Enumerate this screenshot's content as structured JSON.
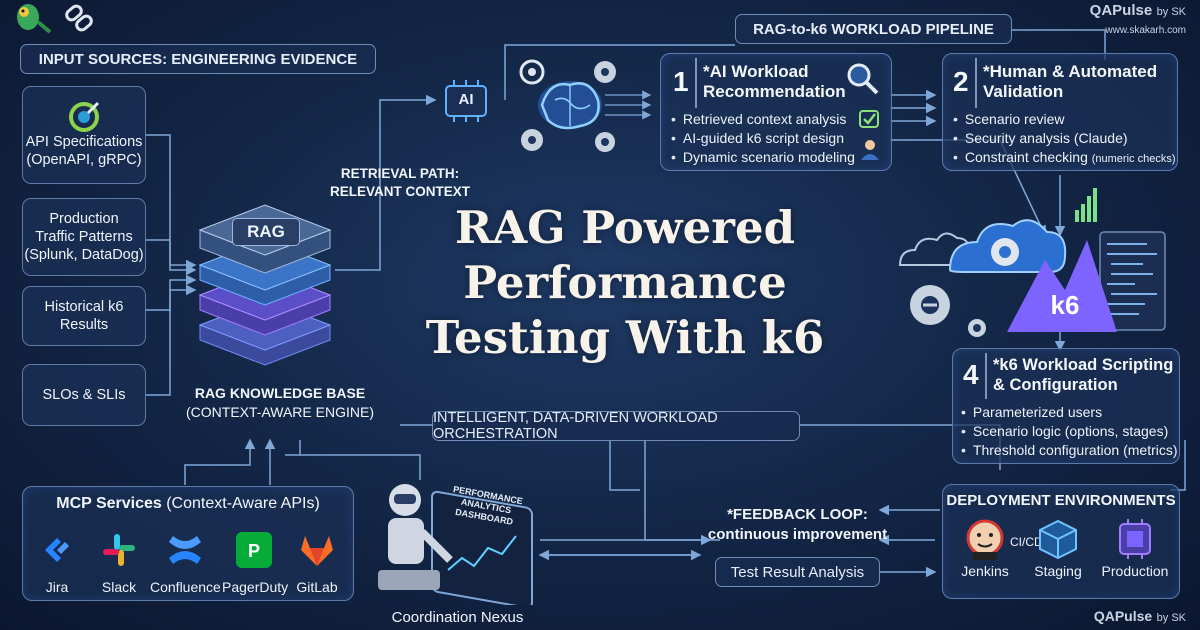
{
  "brand": {
    "top": "QAPulse",
    "top_by": "by SK",
    "url": "www.skakarh.com",
    "bottom": "QAPulse",
    "bottom_by": "by SK"
  },
  "title": {
    "line1": "RAG Powered",
    "line2": "Performance",
    "line3": "Testing With k6"
  },
  "input_sources": {
    "header": "INPUT SOURCES: ENGINEERING EVIDENCE",
    "items": [
      {
        "line1": "API Specifications",
        "line2": "(OpenAPI, gRPC)",
        "icon": "api-target-icon"
      },
      {
        "line1": "Production",
        "line2": "Traffic Patterns",
        "line3": "(Splunk, DataDog)"
      },
      {
        "line1": "Historical k6",
        "line2": "Results"
      },
      {
        "line1": "SLOs & SLIs"
      }
    ]
  },
  "rag": {
    "badge": "RAG",
    "caption1": "RAG KNOWLEDGE BASE",
    "caption2": "(CONTEXT-AWARE ENGINE)"
  },
  "retrieval": {
    "line1": "RETRIEVAL PATH:",
    "line2": "RELEVANT CONTEXT"
  },
  "ai_badge": "AI",
  "pipeline": {
    "header": "RAG-to-k6 WORKLOAD PIPELINE"
  },
  "steps": [
    {
      "num": "1",
      "title1": "*AI Workload",
      "title2": "Recommendation",
      "bullets": [
        "Retrieved context analysis",
        "AI-guided k6 script design",
        "Dynamic scenario modeling"
      ]
    },
    {
      "num": "2",
      "title1": "*Human & Automated",
      "title2": "Validation",
      "bullets": [
        "Scenario review",
        "Security analysis (Claude)",
        "Constraint checking"
      ],
      "bullet3_note": "(numeric checks)"
    },
    {
      "num": "4",
      "title1": "*k6 Workload Scripting",
      "title2": "& Configuration",
      "bullets": [
        "Parameterized users",
        "Scenario logic (options, stages)",
        "Threshold configuration (metrics)"
      ]
    }
  ],
  "k6_logo": "k6",
  "orchestration": "INTELLIGENT, DATA-DRIVEN WORKLOAD ORCHESTRATION",
  "mcp": {
    "header_bold": "MCP Services",
    "header_rest": " (Context-Aware APIs)",
    "items": [
      {
        "label": "Jira",
        "icon": "jira-icon",
        "color": "#2684ff"
      },
      {
        "label": "Slack",
        "icon": "slack-icon",
        "color": "#e01e5a"
      },
      {
        "label": "Confluence",
        "icon": "confluence-icon",
        "color": "#2684ff"
      },
      {
        "label": "PagerDuty",
        "icon": "pagerduty-icon",
        "color": "#06ac38"
      },
      {
        "label": "GitLab",
        "icon": "gitlab-icon",
        "color": "#fc6d26"
      }
    ]
  },
  "nexus": {
    "label": "Coordination Nexus",
    "screen1": "PERFORMANCE",
    "screen2": "ANALYTICS",
    "screen3": "DASHBOARD"
  },
  "feedback": {
    "line1": "*FEEDBACK LOOP:",
    "line2": "continuous improvement"
  },
  "test_result": "Test Result Analysis",
  "deploy": {
    "header": "DEPLOYMENT ENVIRONMENTS",
    "items": [
      {
        "label": "Jenkins",
        "icon": "jenkins-icon",
        "tag": "CI/CD"
      },
      {
        "label": "Staging",
        "icon": "staging-cube-icon"
      },
      {
        "label": "Production",
        "icon": "production-chip-icon"
      }
    ]
  },
  "colors": {
    "background": "#142849",
    "accent": "#4fa3ff",
    "k6": "#7d64ff",
    "panel_border": "#5d7aa8"
  }
}
